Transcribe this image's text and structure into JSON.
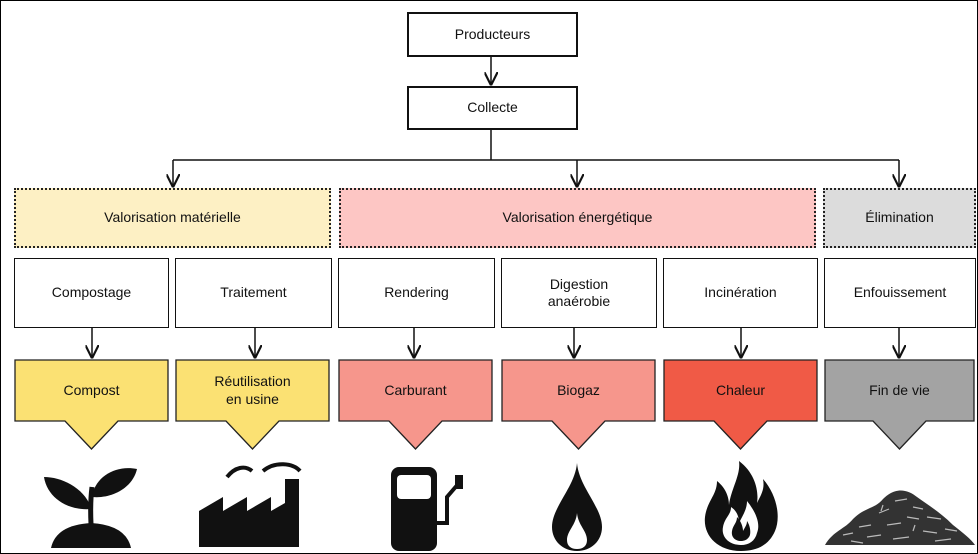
{
  "diagram": {
    "producers": "Producteurs",
    "collection": "Collecte",
    "categories": {
      "material": {
        "label": "Valorisation matérielle",
        "color": "#fdf0c4"
      },
      "energy": {
        "label": "Valorisation énergétique",
        "color": "#fdc6c4"
      },
      "disposal": {
        "label": "Élimination",
        "color": "#dcdcdc"
      }
    },
    "processes": [
      {
        "label": "Compostage"
      },
      {
        "label": "Traitement"
      },
      {
        "label": "Rendering"
      },
      {
        "label": "Digestion anaérobie"
      },
      {
        "label": "Incinération"
      },
      {
        "label": "Enfouissement"
      }
    ],
    "outputs": [
      {
        "label": "Compost",
        "color": "#fbe173",
        "icon": "seedling-icon"
      },
      {
        "label": "Réutilisation\nen usine",
        "color": "#fbe173",
        "icon": "factory-icon"
      },
      {
        "label": "Carburant",
        "color": "#f6968c",
        "icon": "fuel-pump-icon"
      },
      {
        "label": "Biogaz",
        "color": "#f6968c",
        "icon": "gas-flame-icon"
      },
      {
        "label": "Chaleur",
        "color": "#f05a46",
        "icon": "fire-icon"
      },
      {
        "label": "Fin de vie",
        "color": "#a3a3a3",
        "icon": "landfill-pile-icon"
      }
    ]
  }
}
